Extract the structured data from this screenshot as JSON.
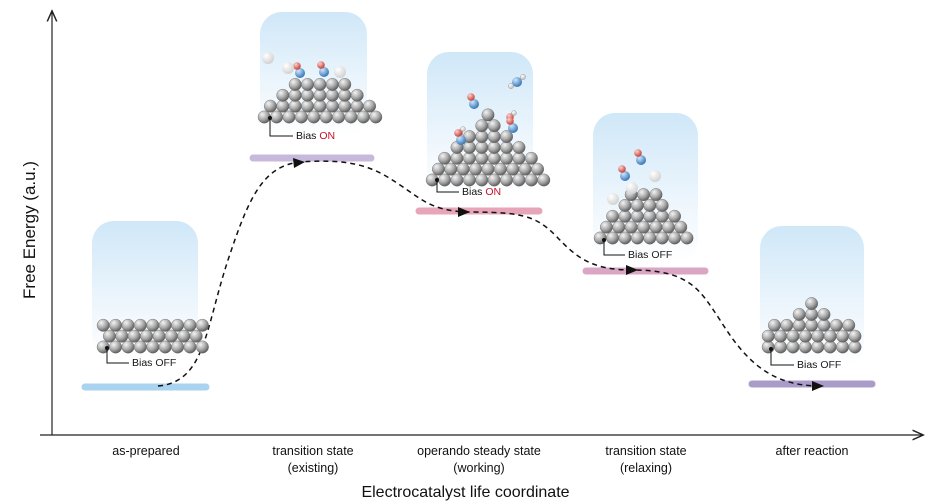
{
  "axes": {
    "y_label": "Free Energy (a.u.)",
    "x_label": "Electrocatalyst life coordinate"
  },
  "states": [
    {
      "name": "as-prepared",
      "line1": "as-prepared",
      "line2": "",
      "bias_state": "OFF",
      "level_color": "#a9d3ef"
    },
    {
      "name": "transition state (existing)",
      "line1": "transition state",
      "line2": "(existing)",
      "bias_state": "ON",
      "level_color": "#c7b9dc"
    },
    {
      "name": "operando steady state (working)",
      "line1": "operando steady state",
      "line2": "(working)",
      "bias_state": "ON",
      "level_color": "#e7a5b8"
    },
    {
      "name": "transition state (relaxing)",
      "line1": "transition state",
      "line2": "(relaxing)",
      "bias_state": "OFF",
      "level_color": "#d9a6c4"
    },
    {
      "name": "after reaction",
      "line1": "after reaction",
      "line2": "",
      "bias_state": "OFF",
      "level_color": "#a99cc9"
    }
  ],
  "bias_prefix": "Bias ",
  "colors": {
    "bias_on": "#c8102e",
    "bias_off": "#222222",
    "atom": "#a9a9a9",
    "oxygen": "#d24a4a",
    "metal_adsorbate": "#3f86c4",
    "cloud_top": "#ffffff",
    "cloud_bottom": "#bfe0f6"
  }
}
